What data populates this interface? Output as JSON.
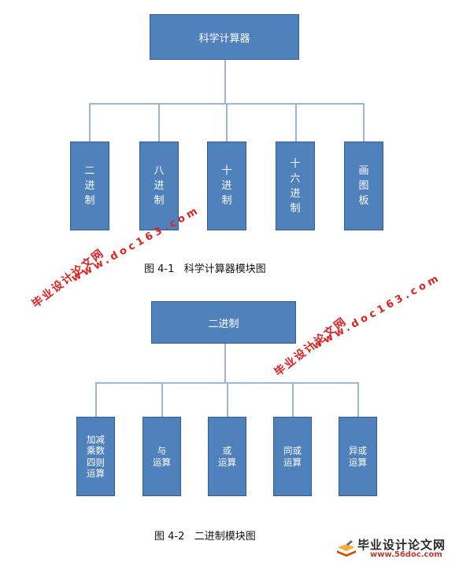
{
  "diagram1": {
    "root": "科学计算器",
    "children": [
      "二进制",
      "八进制",
      "十进制",
      "十六进制",
      "画图板"
    ],
    "caption": "图 4-1   科学计算器模块图"
  },
  "diagram2": {
    "root": "二进制",
    "children": [
      "加减\n乘数\n四则\n运算",
      "与\n运算",
      "或\n运算",
      "同或\n运算",
      "异或\n运算"
    ],
    "caption": "图 4-2   二进制模块图"
  },
  "watermark": {
    "site_name": "毕业设计论文网",
    "url": "www.doc163.com"
  },
  "logo": {
    "title": "毕业设计论文网",
    "url": "www.56doc.com"
  },
  "colors": {
    "box_fill": "#4f81bd",
    "box_border": "#2e5f93",
    "connector": "#9bb5d3",
    "watermark": "#e02020"
  }
}
